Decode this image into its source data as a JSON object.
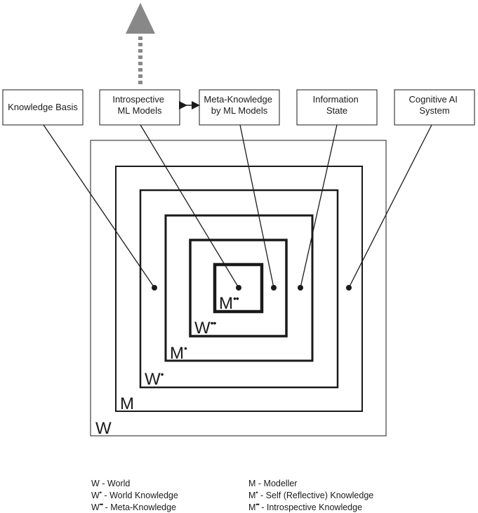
{
  "boxes": [
    {
      "id": "knowledge-basis",
      "lines": [
        "Knowledge Basis"
      ]
    },
    {
      "id": "introspective-ml-models",
      "lines": [
        "Introspective",
        "ML Models"
      ]
    },
    {
      "id": "meta-knowledge-by-ml-models",
      "lines": [
        "Meta-Knowledge",
        "by ML Models"
      ]
    },
    {
      "id": "information-state",
      "lines": [
        "Information",
        "State"
      ]
    },
    {
      "id": "cognitive-ai-system",
      "lines": [
        "Cognitive AI",
        "System"
      ]
    }
  ],
  "region_labels": {
    "w": {
      "base": "W",
      "sup": ""
    },
    "m": {
      "base": "M",
      "sup": ""
    },
    "w_dot": {
      "base": "W",
      "sup": "•"
    },
    "m_dot": {
      "base": "M",
      "sup": "•"
    },
    "w_dotdot": {
      "base": "W",
      "sup": "••"
    },
    "m_dotdot": {
      "base": "M",
      "sup": "••"
    }
  },
  "legend": {
    "left": [
      {
        "base": "W",
        "sup": "",
        "text": " - World"
      },
      {
        "base": "W",
        "sup": "•",
        "text": " - World Knowledge"
      },
      {
        "base": "W",
        "sup": "••",
        "text": " - Meta-Knowledge"
      }
    ],
    "right": [
      {
        "base": "M",
        "sup": "",
        "text": " - Modeller"
      },
      {
        "base": "M",
        "sup": "•",
        "text": " - Self (Reflective) Knowledge"
      },
      {
        "base": "M",
        "sup": "••",
        "text": " - Introspective Knowledge"
      }
    ]
  }
}
